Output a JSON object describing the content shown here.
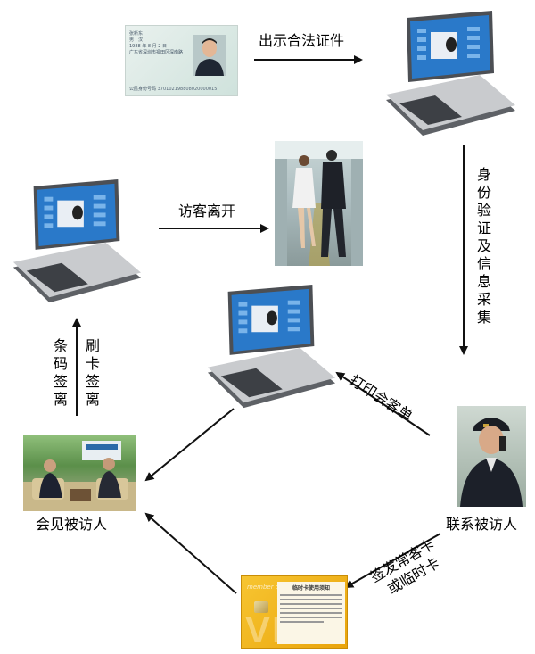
{
  "steps": {
    "show_id": "出示合法证件",
    "verify": "身份验证及信息采集",
    "visitor_leave": "访客离开",
    "print_slip": "打印会客单",
    "contact_host": "联系被访人",
    "issue_card": "签发常客卡或临时卡",
    "meet_host": "会见被访人",
    "swipe_signout": "刷卡签离",
    "barcode_signout": "条码签离"
  },
  "id_card": {
    "name": "张新东",
    "gender": "男",
    "ethnicity": "汉",
    "birth": "1988 年 8 月 2 日",
    "address": "广东省深圳市福田区深南路",
    "number_label": "公民身份号码",
    "number": "370102198808020000015"
  },
  "vip_card": {
    "title": "临时卡使用须知",
    "watermark": "VIP",
    "member_card": "member card"
  },
  "colors": {
    "arrow": "#111111",
    "terminal_body": "#c9cbce",
    "terminal_dark": "#5e6166",
    "screen_blue": "#2a79c9",
    "card_yellow": "#f2b213"
  }
}
